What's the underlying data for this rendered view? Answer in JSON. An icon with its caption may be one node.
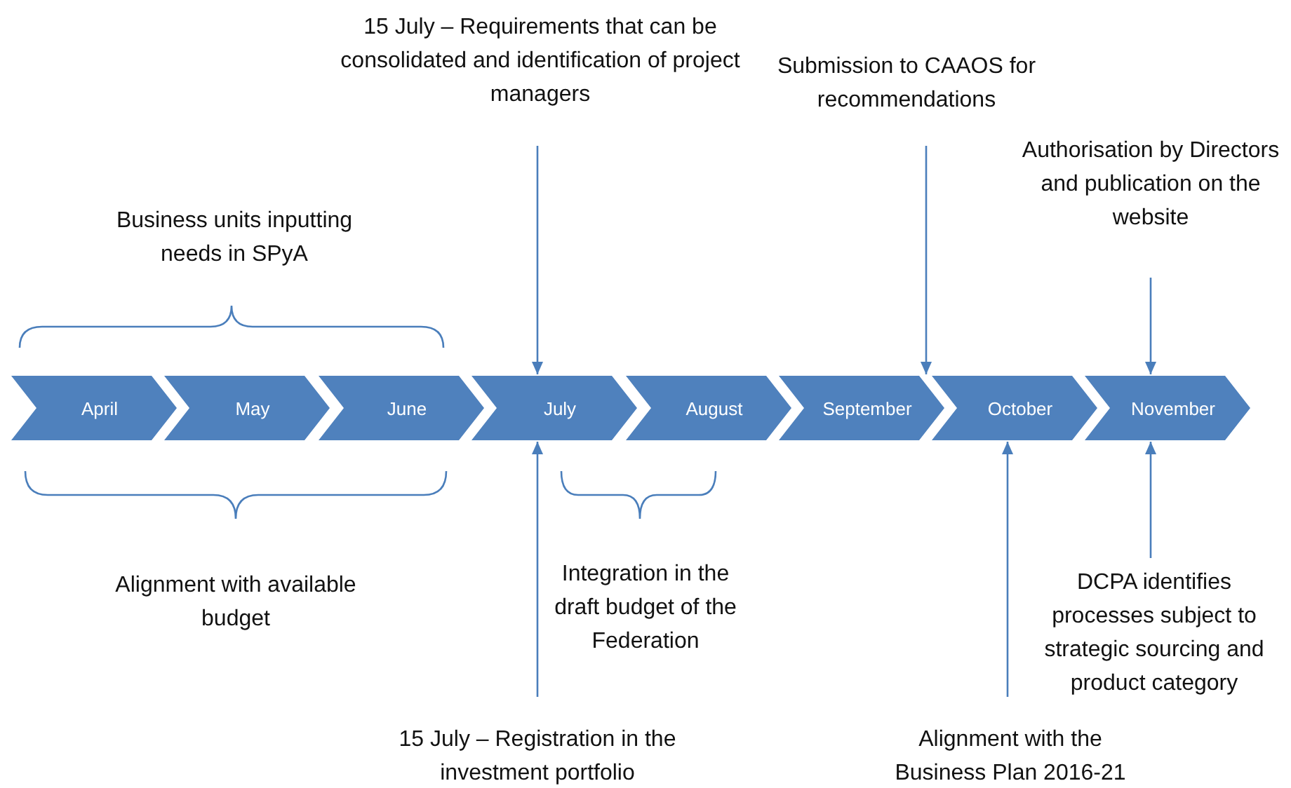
{
  "diagram": {
    "nodes": [
      {
        "text": [
          "April"
        ]
      },
      {
        "text": [
          "May"
        ]
      },
      {
        "text": [
          "June"
        ]
      },
      {
        "text": [
          "July"
        ]
      },
      {
        "text": [
          "August"
        ]
      },
      {
        "text": [
          "September"
        ]
      },
      {
        "text": [
          "October"
        ]
      },
      {
        "text": [
          "November"
        ]
      },
      {
        "text": [
          "15 July – Requirements that can be consolidated and identification of project managers"
        ]
      },
      {
        "text": [
          "Submission to CAAOS for recommendations"
        ]
      },
      {
        "text": [
          "Authorisation by Directors and publication on the website"
        ]
      },
      {
        "text": [
          "15 July – Registration in the investment portfolio"
        ]
      },
      {
        "text": [
          "Alignment with the Business Plan 2016-21"
        ]
      },
      {
        "text": [
          "DCPA identifies processes subject to strategic sourcing and product category"
        ]
      }
    ],
    "edges": [
      {
        "from": 8,
        "to": 3,
        "arrow": "to"
      },
      {
        "from": 9,
        "to": 6,
        "arrow": "to"
      },
      {
        "from": 10,
        "to": 7,
        "arrow": "to"
      },
      {
        "from": 11,
        "to": 3,
        "arrow": "to"
      },
      {
        "from": 12,
        "to": 6,
        "arrow": "to"
      },
      {
        "from": 13,
        "to": 7,
        "arrow": "to"
      }
    ],
    "labels": [
      "Business units inputting needs in SPyA",
      "Alignment with available budget",
      "Integration in the draft budget of the Federation"
    ]
  }
}
